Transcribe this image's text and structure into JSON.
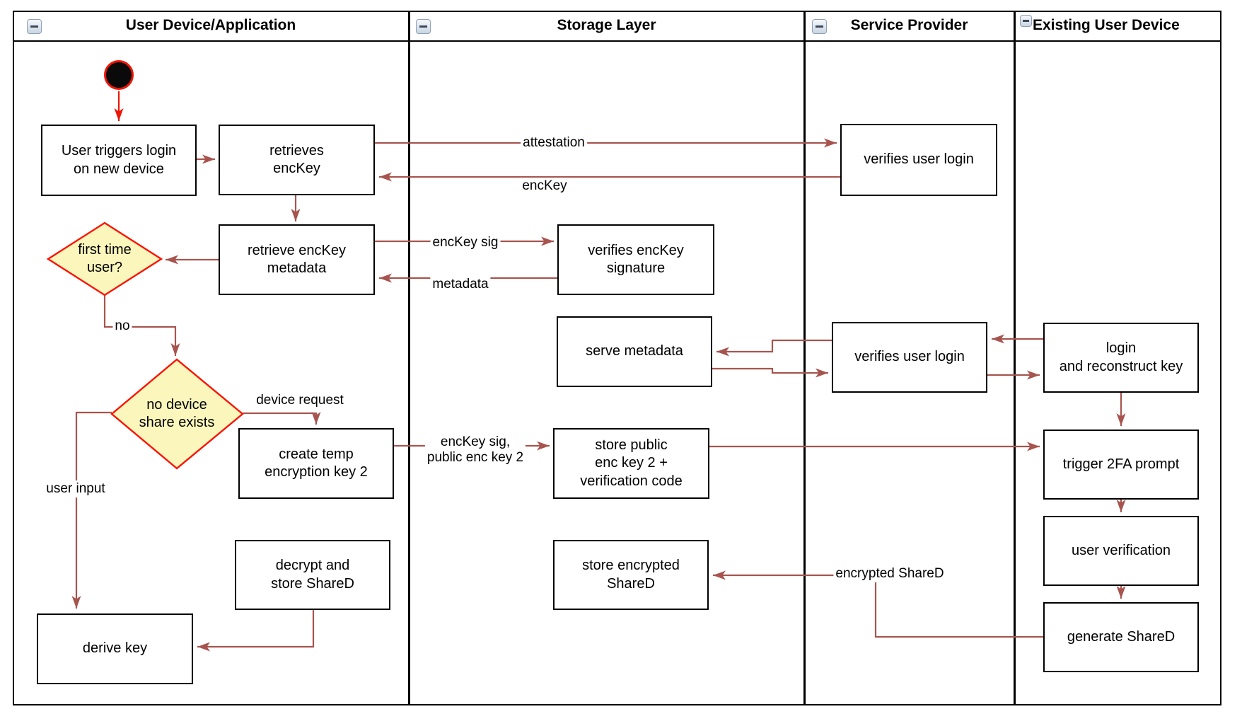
{
  "colors": {
    "connector": "#a8544e",
    "start_accent": "#ec1607",
    "decision_fill": "#fbf7bc",
    "decision_stroke": "#fb1305",
    "node_border": "#000000",
    "node_fill": "#ffffff"
  },
  "lanes": [
    {
      "label": "User Device/Application"
    },
    {
      "label": "Storage Layer"
    },
    {
      "label": "Service Provider"
    },
    {
      "label": "Existing User Device"
    }
  ],
  "icons": {
    "collapse": "minus"
  },
  "nodes": {
    "user_triggers_login": "User triggers login\non new device",
    "retrieves_enckey": "retrieves\nencKey",
    "retrieve_enckey_metadata": "retrieve encKey\nmetadata",
    "first_time_user": "first time\nuser?",
    "no_device_share": "no device\nshare exists",
    "create_temp_key": "create temp\nencryption key 2",
    "decrypt_store_shared": "decrypt and\nstore ShareD",
    "derive_key": "derive key",
    "verifies_enckey_signature": "verifies encKey\nsignature",
    "serve_metadata": "serve metadata",
    "store_public_key": "store public\nenc key 2 +\nverification code",
    "store_encrypted_shared": "store encrypted\nShareD",
    "verifies_user_login_1": "verifies user login",
    "verifies_user_login_2": "verifies user login",
    "login_reconstruct": "login\nand reconstruct key",
    "trigger_2fa": "trigger 2FA prompt",
    "user_verification": "user verification",
    "generate_shared": "generate ShareD"
  },
  "edge_labels": {
    "attestation": "attestation",
    "enckey": "encKey",
    "enckey_sig": "encKey sig",
    "metadata": "metadata",
    "no": "no",
    "device_request": "device request",
    "user_input": "user input",
    "enckey_sig_public_key": "encKey sig,\npublic enc key 2",
    "encrypted_shared": "encrypted ShareD"
  }
}
